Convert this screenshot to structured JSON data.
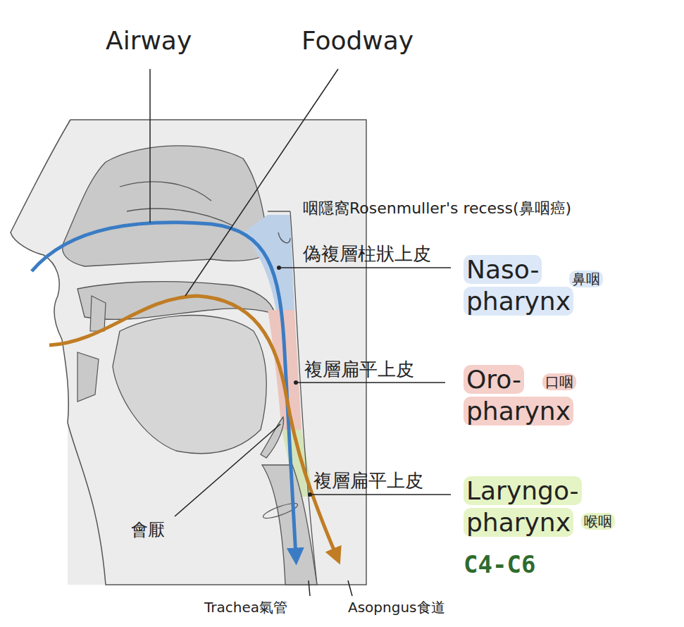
{
  "diagram": {
    "labels": [
      "Airway",
      "Foodway",
      "咽隱窩Rosenmuller's recess(鼻咽癌)",
      "偽複層柱狀上皮",
      "Naso- pharynx",
      "鼻咽",
      "複層扁平上皮",
      "Oro- pharynx",
      "口咽",
      "複層扁平上皮",
      "Laryngo- pharynx",
      "喉咽",
      "C4-C6",
      "會厭",
      "Trachea氣管",
      "Asopngus食道"
    ]
  }
}
